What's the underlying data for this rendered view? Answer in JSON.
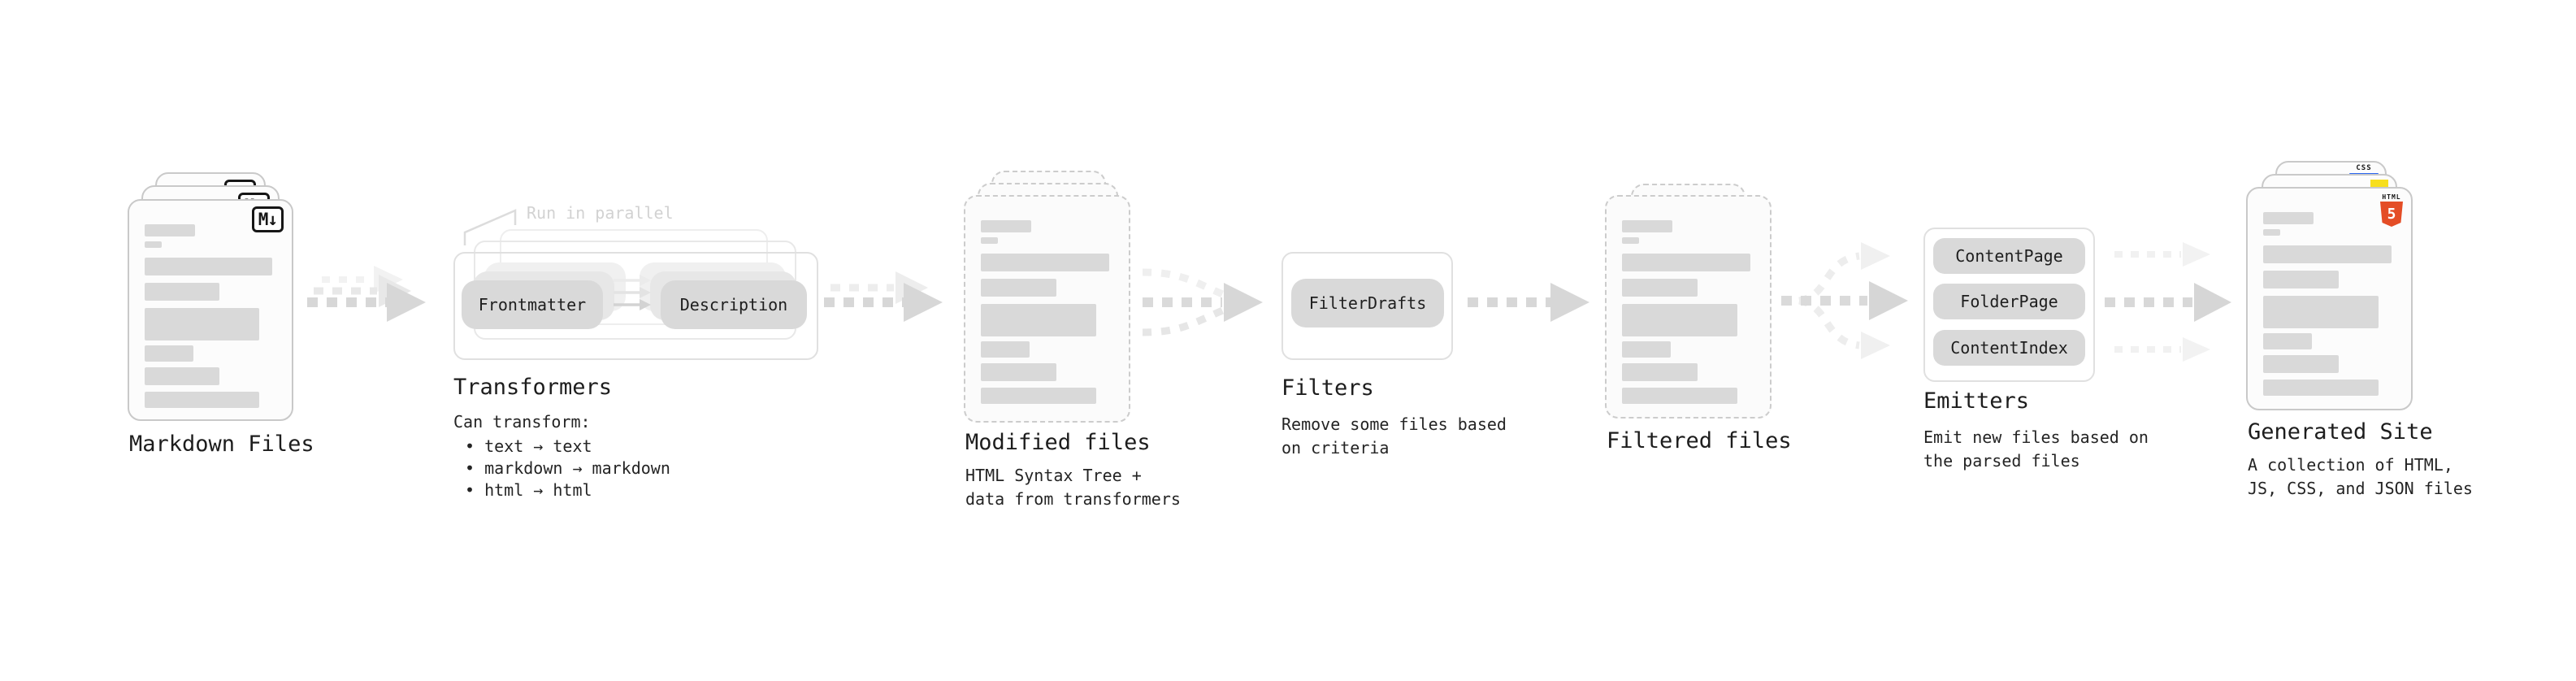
{
  "markdown": {
    "title": "Markdown Files",
    "badge": "M↓"
  },
  "transformers": {
    "title": "Transformers",
    "annotation": "Run in parallel",
    "pill_frontmatter": "Frontmatter",
    "pill_description": "Description",
    "caption_title": "Can transform:",
    "bullets": [
      "• text → text",
      "• markdown → markdown",
      "• html → html"
    ]
  },
  "modified": {
    "title": "Modified files",
    "caption_line1": "HTML Syntax Tree +",
    "caption_line2": "data from transformers"
  },
  "filters": {
    "title": "Filters",
    "pill": "FilterDrafts",
    "caption_line1": "Remove some files based",
    "caption_line2": "on criteria"
  },
  "filtered": {
    "title": "Filtered files"
  },
  "emitters": {
    "title": "Emitters",
    "pills": [
      "ContentPage",
      "FolderPage",
      "ContentIndex"
    ],
    "caption_line1": "Emit new files based on",
    "caption_line2": "the parsed files"
  },
  "generated": {
    "title": "Generated Site",
    "caption_line1": "A collection of HTML,",
    "caption_line2": "JS, CSS, and JSON files",
    "badge_css": "CSS",
    "badge_html_word": "HTML",
    "badge_html_number": "5"
  },
  "colors": {
    "html5_orange": "#e44d26",
    "js_yellow": "#f7df1e",
    "css_blue": "#2965f1",
    "ink": "#222222",
    "doc_line_gray": "#d9d9d9",
    "arrow_gray": "#d7d7d7",
    "ghost_gray": "#ececec"
  }
}
